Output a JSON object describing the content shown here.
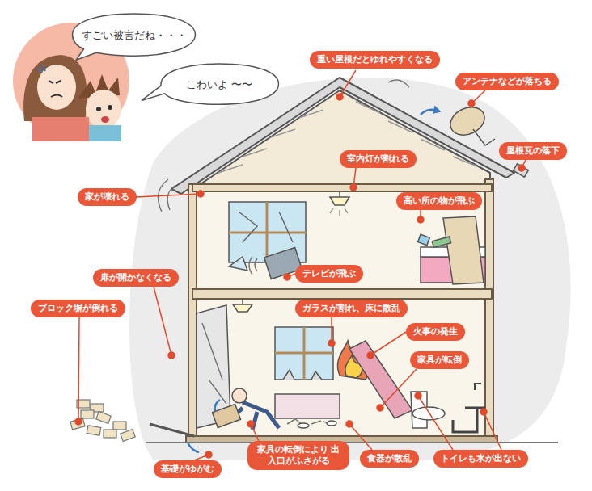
{
  "diagram": {
    "nodes": [
      {
        "text": [
          "すごい被害だね・・・"
        ]
      },
      {
        "text": [
          "こわいよ 〜〜"
        ]
      },
      {
        "text": [
          "重い屋根だとゆれやすくなる"
        ]
      },
      {
        "text": [
          "アンテナなどが落ちる"
        ]
      },
      {
        "text": [
          "屋根瓦の落下"
        ]
      },
      {
        "text": [
          "室内灯が割れる"
        ]
      },
      {
        "text": [
          "家が壊れる"
        ]
      },
      {
        "text": [
          "高い所の物が飛ぶ"
        ]
      },
      {
        "text": [
          "テレビが飛ぶ"
        ]
      },
      {
        "text": [
          "扉が開かなくなる"
        ]
      },
      {
        "text": [
          "ブロック塀が倒れる"
        ]
      },
      {
        "text": [
          "ガラスが割れ、床に散乱"
        ]
      },
      {
        "text": [
          "火事の発生"
        ]
      },
      {
        "text": [
          "家具が転倒"
        ]
      },
      {
        "text": [
          "家具の転倒により 出入口がふさがる"
        ]
      },
      {
        "text": [
          "基礎がゆがむ"
        ]
      },
      {
        "text": [
          "食器が散乱"
        ]
      },
      {
        "text": [
          "トイレも水が出ない"
        ]
      }
    ]
  }
}
